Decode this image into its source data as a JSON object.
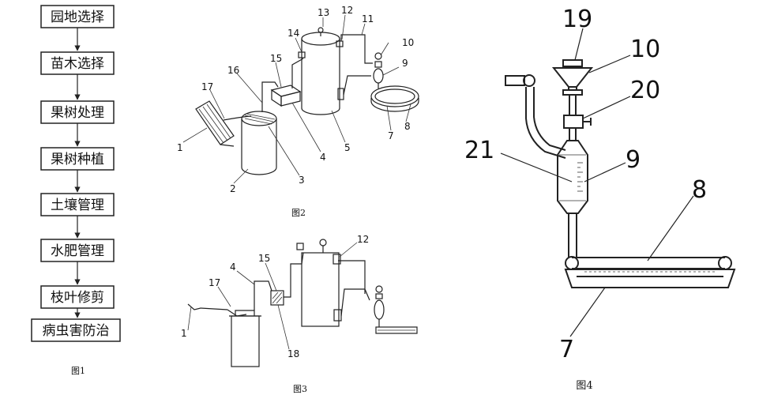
{
  "fig1": {
    "steps": [
      "园地选择",
      "苗木选择",
      "果树处理",
      "果树种植",
      "土壤管理",
      "水肥管理",
      "枝叶修剪",
      "病虫害防治"
    ],
    "caption": "图1"
  },
  "fig2": {
    "caption": "图2",
    "labels": [
      "13",
      "12",
      "11",
      "14",
      "10",
      "15",
      "9",
      "16",
      "17",
      "8",
      "7",
      "5",
      "4",
      "1",
      "3",
      "2"
    ]
  },
  "fig3": {
    "caption": "图3",
    "labels": [
      "12",
      "15",
      "4",
      "17",
      "1",
      "18"
    ]
  },
  "fig4": {
    "caption": "图4",
    "labels": [
      "19",
      "10",
      "20",
      "21",
      "9",
      "8",
      "7"
    ]
  }
}
